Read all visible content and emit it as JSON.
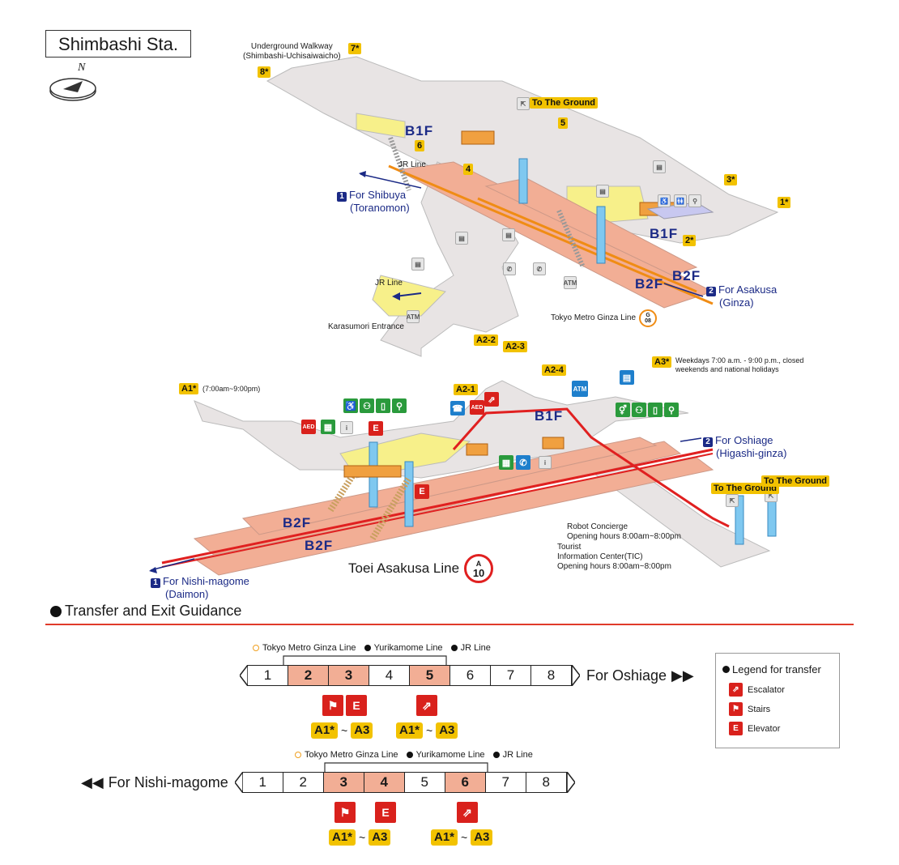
{
  "station_title": "Shimbashi Sta.",
  "north": "N",
  "exits": {
    "e1": "1*",
    "e2": "2*",
    "e3": "3*",
    "e4": "4",
    "e5": "5",
    "e6": "6",
    "e7": "7*",
    "e8": "8*",
    "a1": "A1*",
    "a1_hours": "(7:00am~9:00pm)",
    "a2_1": "A2-1",
    "a2_2": "A2-2",
    "a2_3": "A2-3",
    "a2_4": "A2-4",
    "a3": "A3*",
    "a3_note": "Weekdays 7:00 a.m. - 9:00 p.m., closed weekends and national holidays"
  },
  "labels": {
    "underground_walkway_1": "Underground Walkway",
    "underground_walkway_2": "(Shimbashi-Uchisaiwaicho)",
    "to_ground": "To The Ground",
    "jr_line": "JR Line",
    "karasumori": "Karasumori Entrance",
    "ginza_line": "Tokyo Metro Ginza Line",
    "ginza_code_top": "G",
    "ginza_code_num": "08",
    "asakusa_line": "Toei Asakusa Line",
    "asakusa_code_top": "A",
    "asakusa_code_num": "10",
    "robot_1": "Robot Concierge",
    "robot_2": "Opening hours 8:00am~8:00pm",
    "tic_1": "Tourist",
    "tic_2": "Information Center(TIC)",
    "tic_3": "Opening hours 8:00am~8:00pm",
    "atm": "ATM",
    "aed": "AED"
  },
  "floors": {
    "b1f": "B1F",
    "b2f": "B2F"
  },
  "directions": {
    "shibuya_num": "1",
    "shibuya": "For Shibuya",
    "shibuya_sub": "(Toranomon)",
    "asakusa_num": "2",
    "asakusa": "For Asakusa",
    "asakusa_sub": "(Ginza)",
    "oshiage_num": "2",
    "oshiage": "For Oshiage",
    "oshiage_sub": "(Higashi-ginza)",
    "nishimagome_num": "1",
    "nishimagome": "For Nishi-magome",
    "nishimagome_sub": "(Daimon)"
  },
  "guidance": {
    "title": "Transfer and Exit Guidance",
    "lines_top": [
      "Tokyo Metro Ginza Line",
      "Yurikamome Line",
      "JR Line"
    ],
    "lines_bottom": [
      "Tokyo Metro Ginza Line",
      "Yurikamome Line",
      "JR Line"
    ],
    "cars": [
      "1",
      "2",
      "3",
      "4",
      "5",
      "6",
      "7",
      "8"
    ],
    "oshiage_label": "For Oshiage",
    "nishimagome_label": "For Nishi-magome",
    "range_from": "A1*",
    "range_sep": "~",
    "range_to": "A3",
    "highlight_top": [
      2,
      3,
      5
    ],
    "highlight_bottom": [
      3,
      4,
      6
    ]
  },
  "legend": {
    "title": "Legend for transfer",
    "escalator": "Escalator",
    "stairs": "Stairs",
    "elevator": "Elevator"
  },
  "colors": {
    "platform": "#f2ae95",
    "concourse": "#e8e4e4",
    "ticket_area": "#f7f08a",
    "ginza_line": "#f08c14",
    "asakusa_line": "#e02020",
    "floor_text": "#1b2a86",
    "exit_label": "#f2c200"
  }
}
